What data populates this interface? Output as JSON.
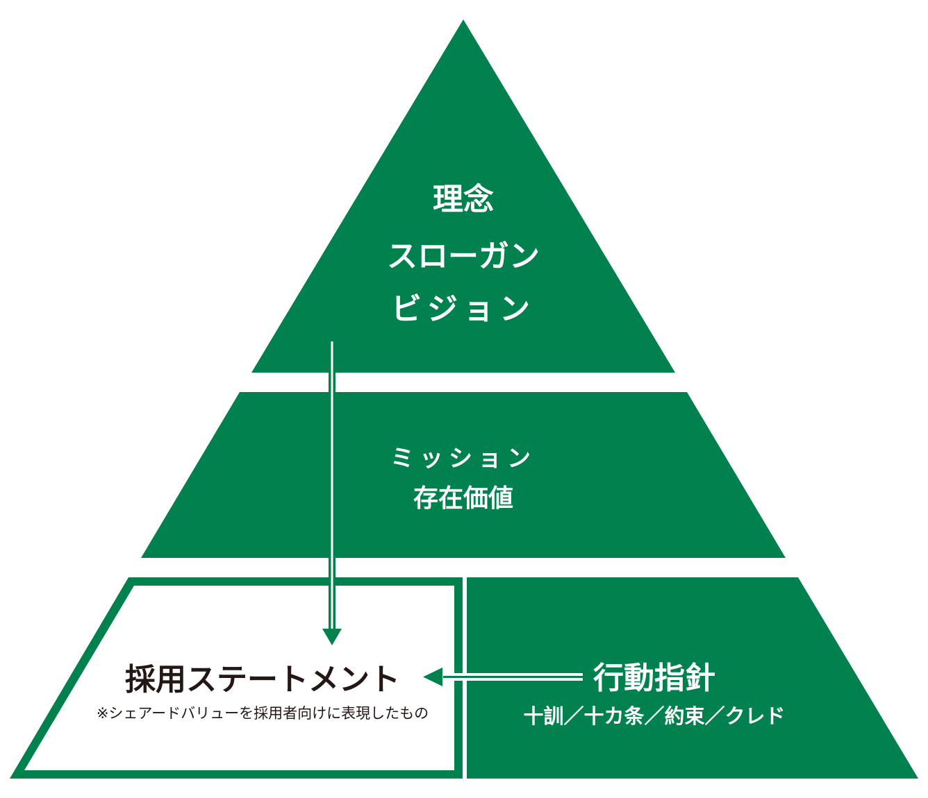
{
  "colors": {
    "primary_green": "#00814e",
    "white": "#ffffff",
    "text_dark": "#231815"
  },
  "top_tier": {
    "line1": "理念",
    "line2": "スローガン",
    "line3": "ビジョン"
  },
  "middle_tier": {
    "line1": "ミッション",
    "line2": "存在価値"
  },
  "bottom_left": {
    "title": "採用ステートメント",
    "note": "※シェアードバリューを採用者向けに表現したもの"
  },
  "bottom_right": {
    "title": "行動指針",
    "subtitle": "十訓／十カ条／約束／クレド"
  },
  "arrows": {
    "vertical": "top-tier-to-recruitment-statement",
    "horizontal": "action-guidelines-to-recruitment-statement"
  }
}
